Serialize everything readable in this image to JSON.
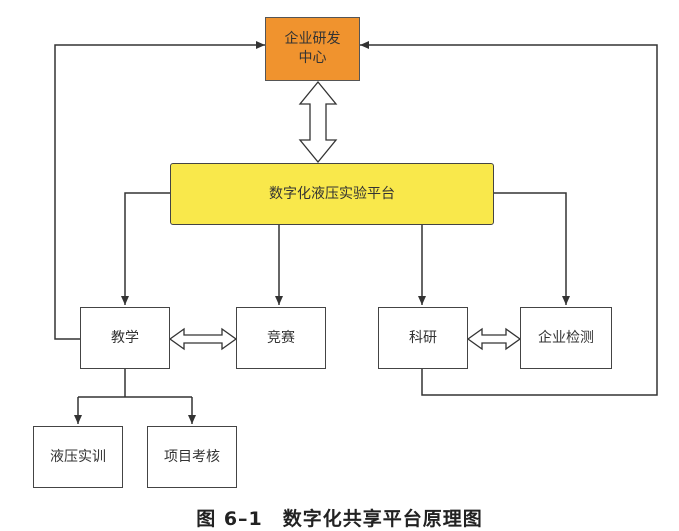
{
  "nodes": {
    "rnd": {
      "line1": "企业研发",
      "line2": "中心",
      "fill": "#F0932E"
    },
    "platform": {
      "label": "数字化液压实验平台",
      "fill": "#F9E84B"
    },
    "teaching": {
      "label": "教学"
    },
    "competition": {
      "label": "竞赛"
    },
    "research": {
      "label": "科研"
    },
    "testing": {
      "label": "企业检测"
    },
    "training": {
      "label": "液压实训"
    },
    "assessment": {
      "label": "项目考核"
    }
  },
  "caption": "图 6–1　数字化共享平台原理图",
  "colors": {
    "line": "#333333",
    "border": "#444444"
  }
}
